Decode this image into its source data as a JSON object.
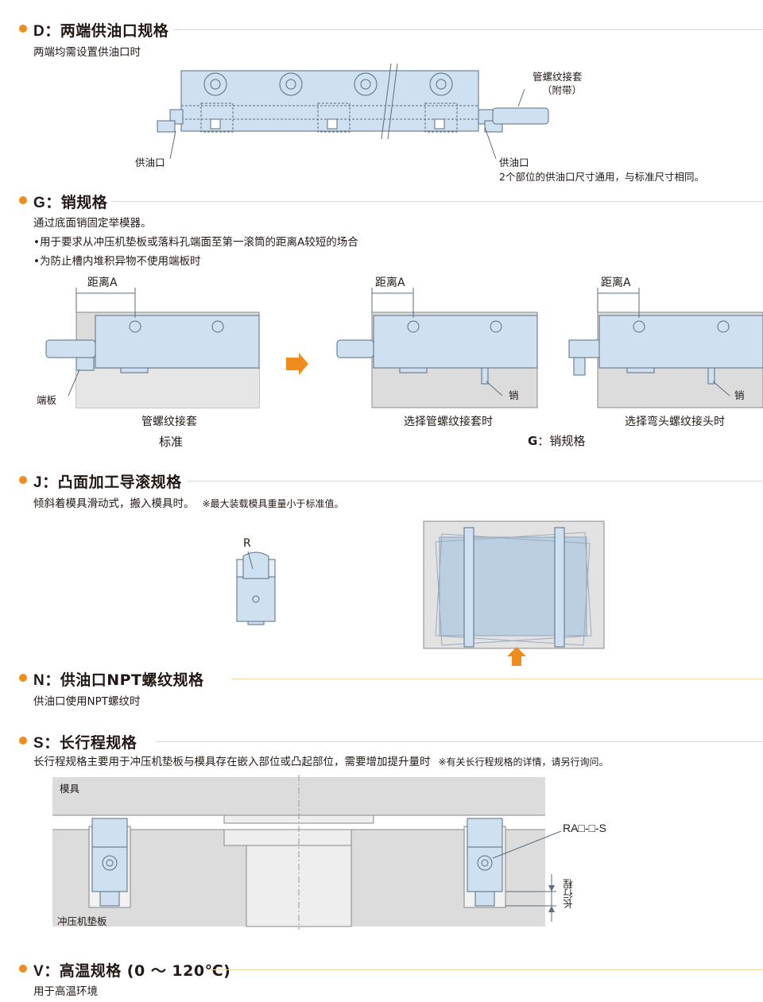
{
  "sections": {
    "d": {
      "code": "D",
      "title": "：两端供油口规格",
      "desc": "两端均需设置供油口时",
      "labels": {
        "coupler": "管螺纹接套",
        "coupler_sub": "（附带）",
        "port_left": "供油口",
        "port_right": "供油口",
        "port_note": "2个部位的供油口尺寸通用，与标准尺寸相同。"
      }
    },
    "g": {
      "code": "G",
      "title": "：销规格",
      "desc1": "通过底面销固定举模器。",
      "desc2": "•用于要求从冲压机垫板或落料孔端面至第一滚筒的距离A较短的场合",
      "desc3": "•为防止槽内堆积异物不使用端板时",
      "labels": {
        "dist_a": "距离A",
        "end_plate": "端板",
        "pin": "销",
        "cap1": "管螺纹接套",
        "cap1_sub": "标准",
        "cap2": "选择管螺纹接套时",
        "cap3": "选择弯头螺纹接头时",
        "group_code": "G",
        "group_title": "：销规格"
      }
    },
    "j": {
      "code": "J",
      "title": "：凸面加工导滚规格",
      "desc": "倾斜着模具滑动式，搬入模具时。",
      "note": "※最大装载模具重量小于标准值。",
      "labels": {
        "r": "R"
      }
    },
    "n": {
      "code": "N",
      "title": "：供油口NPT螺纹规格",
      "desc": "供油口使用NPT螺纹时"
    },
    "s": {
      "code": "S",
      "title": "：长行程规格",
      "desc": "长行程规格主要用于冲压机垫板与模具存在嵌入部位或凸起部位，需要增加提升量时",
      "note": "※有关长行程规格的详情，请另行询问。",
      "labels": {
        "die": "模具",
        "bolster": "冲压机垫板",
        "model": "RA□-□-S",
        "stroke": "长行程"
      }
    },
    "v": {
      "code": "V",
      "title": "：高温规格 (0 ～ 120℃)",
      "desc": "用于高温环境"
    }
  },
  "colors": {
    "accent": "#f08c1e",
    "rule": "#f3d4a8",
    "part_fill": "#cfe0f0",
    "part_stroke": "#5a6e80",
    "base_fill": "#dcdcdc"
  }
}
